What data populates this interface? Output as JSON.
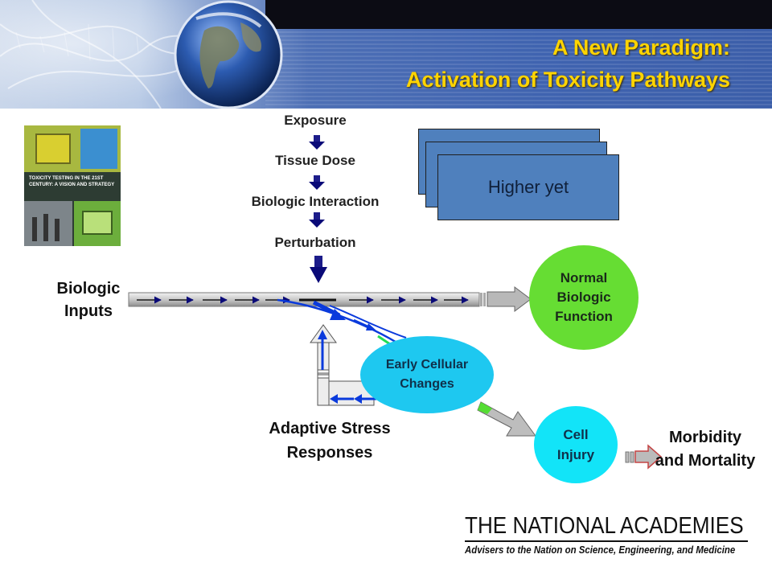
{
  "slide": {
    "title_line1": "A New Paradigm:",
    "title_line2": "Activation of Toxicity Pathways"
  },
  "book": {
    "cover_text": "TOXICITY TESTING IN THE 21ST CENTURY: A VISION AND STRATEGY"
  },
  "pathway_steps": [
    "Exposure",
    "Tissue Dose",
    "Biologic Interaction",
    "Perturbation"
  ],
  "stacked_box": {
    "label": "Higher yet"
  },
  "nodes": {
    "biologic_inputs": "Biologic Inputs",
    "normal_function": "Normal Biologic Function",
    "early_changes": "Early Cellular Changes",
    "adaptive": "Adaptive Stress Responses",
    "cell_injury": "Cell Injury",
    "morbidity": "Morbidity and Mortality"
  },
  "footer": {
    "org": "THE NATIONAL ACADEMIES",
    "tagline": "Advisers to the Nation on Science, Engineering, and Medicine"
  },
  "colors": {
    "title": "#ffd400",
    "normal_function": "#66dd33",
    "early_changes": "#1ec8f0",
    "cell_injury": "#12e4f8",
    "box": "#4f80bd",
    "arrow_dark": "#0a0a78",
    "arrow_blue": "#0a3adc"
  }
}
